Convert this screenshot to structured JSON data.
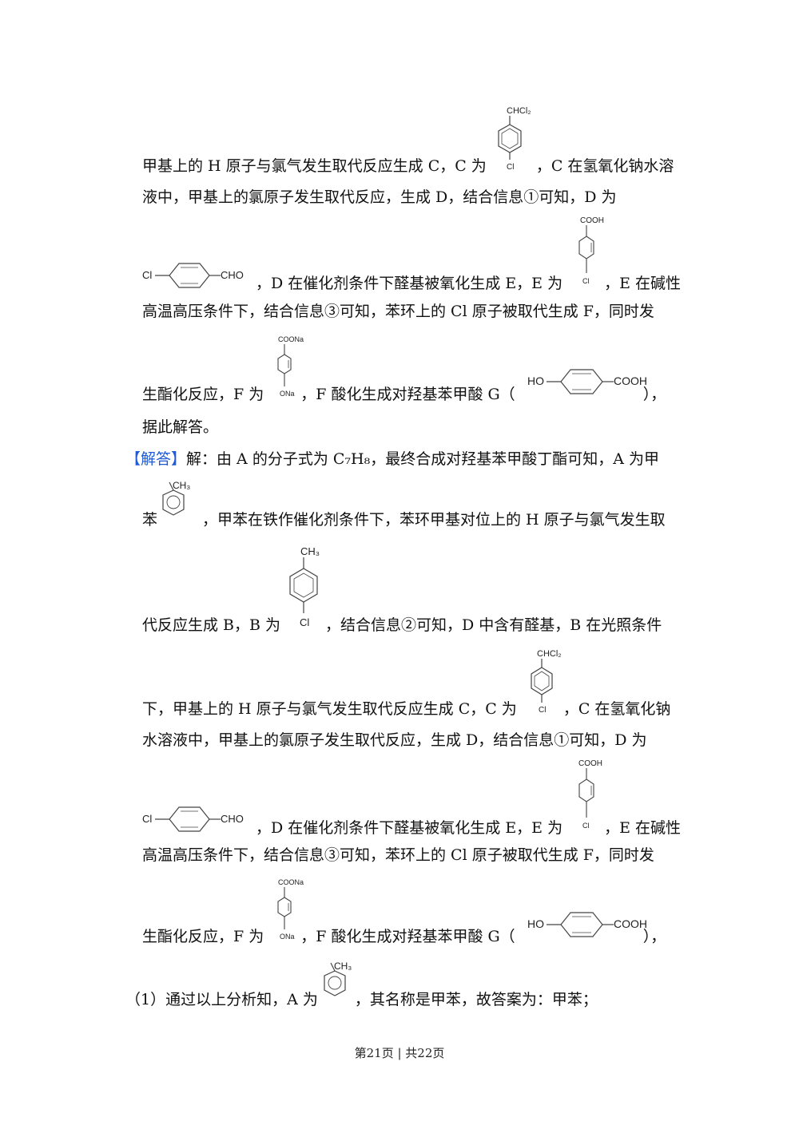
{
  "p1": {
    "l1a": "甲基上的 H 原子与氯气发生取代反应生成 C，C 为",
    "l1b": "，C 在氢氧化钠水溶",
    "l2": "液中，甲基上的氯原子发生取代反应，生成 D，结合信息①可知，D 为",
    "l3a": "，D 在催化剂条件下醛基被氧化生成 E，E 为",
    "l3b": "，E 在碱性",
    "l4": "高温高压条件下，结合信息③可知，苯环上的 Cl 原子被取代生成 F，同时发",
    "l5a": "生酯化反应，F 为",
    "l5b": "，F 酸化生成对羟基苯甲酸 G（",
    "l5c": "），",
    "l6": "据此解答。"
  },
  "answer": {
    "tag": "【解答】",
    "l1": "解：由 A 的分子式为 C₇H₈，最终合成对羟基苯甲酸丁酯可知，A 为甲",
    "l2a": "苯",
    "l2b": "，甲苯在铁作催化剂条件下，苯环甲基对位上的 H 原子与氯气发生取",
    "l3a": "代反应生成 B，B 为",
    "l3b": "，结合信息②可知，D 中含有醛基，B 在光照条件",
    "l4a": "下，甲基上的 H 原子与氯气发生取代反应生成 C，C 为",
    "l4b": "，C 在氢氧化钠",
    "l5": "水溶液中，甲基上的氯原子发生取代反应，生成 D，结合信息①可知，D 为",
    "l6a": "，D 在催化剂条件下醛基被氧化生成 E，E 为",
    "l6b": "，E 在碱性",
    "l7": "高温高压条件下，结合信息③可知，苯环上的 Cl 原子被取代生成 F，同时发",
    "l8a": "生酯化反应，F 为",
    "l8b": "，F 酸化生成对羟基苯甲酸 G（",
    "l8c": "），"
  },
  "q1": {
    "a": "（1）通过以上分析知，A 为",
    "b": "，其名称是甲苯，故答案为：甲苯；"
  },
  "mol": {
    "chcl2": "CHCl₂",
    "cl": "Cl",
    "cho": "CHO",
    "cooh": "COOH",
    "coona": "COONa",
    "ona": "ONa",
    "ho": "HO",
    "ch3": "CH₃"
  },
  "footer": "第21页 | 共22页",
  "colors": {
    "highlight": "#1f5bd6",
    "text": "#111111"
  }
}
